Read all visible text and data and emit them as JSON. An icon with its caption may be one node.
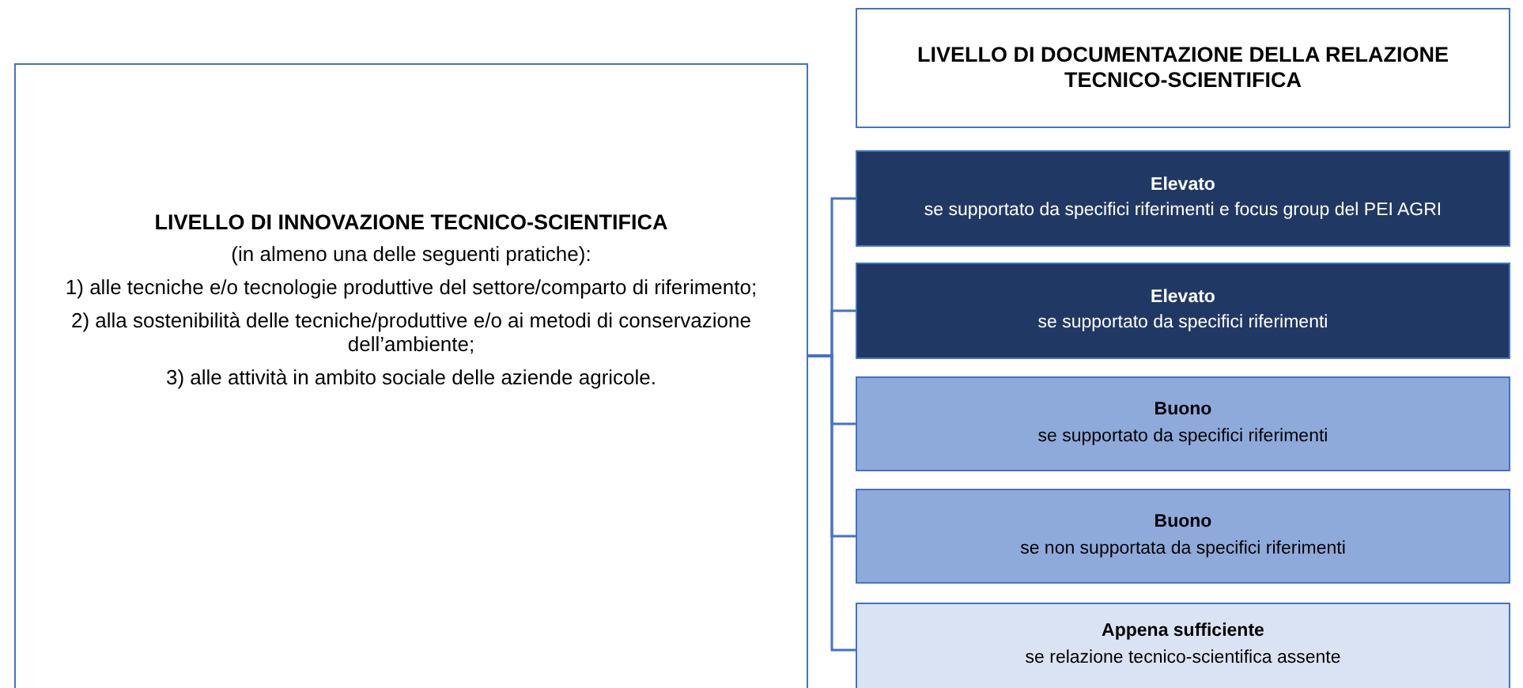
{
  "diagram": {
    "nodes": [
      {
        "text": [
          "LIVELLO DI INNOVAZIONE TECNICO-SCIENTIFICA",
          "(in almeno una delle seguenti pratiche):",
          "1) alle tecniche e/o tecnologie produttive del settore/comparto di riferimento;",
          "2) alla sostenibilità delle tecniche/produttive e/o ai metodi di conservazione dell’ambiente;",
          "3) alle attività in ambito sociale delle aziende agricole."
        ]
      },
      {
        "text": [
          "LIVELLO DI DOCUMENTAZIONE DELLA RELAZIONE TECNICO-SCIENTIFICA"
        ]
      },
      {
        "text": [
          "Elevato",
          "se supportato da specifici riferimenti e focus group del PEI AGRI"
        ]
      },
      {
        "text": [
          "Elevato",
          "se supportato da specifici riferimenti"
        ]
      },
      {
        "text": [
          "Buono",
          "se supportato da specifici riferimenti"
        ]
      },
      {
        "text": [
          "Buono",
          "se non supportata da specifici riferimenti"
        ]
      },
      {
        "text": [
          "Appena sufficiente",
          "se relazione tecnico-scientifica assente"
        ]
      }
    ],
    "edges": [
      {
        "from": 0,
        "to": 2,
        "arrow": "none"
      },
      {
        "from": 0,
        "to": 3,
        "arrow": "none"
      },
      {
        "from": 0,
        "to": 4,
        "arrow": "none"
      },
      {
        "from": 0,
        "to": 5,
        "arrow": "none"
      },
      {
        "from": 0,
        "to": 6,
        "arrow": "none"
      }
    ]
  }
}
